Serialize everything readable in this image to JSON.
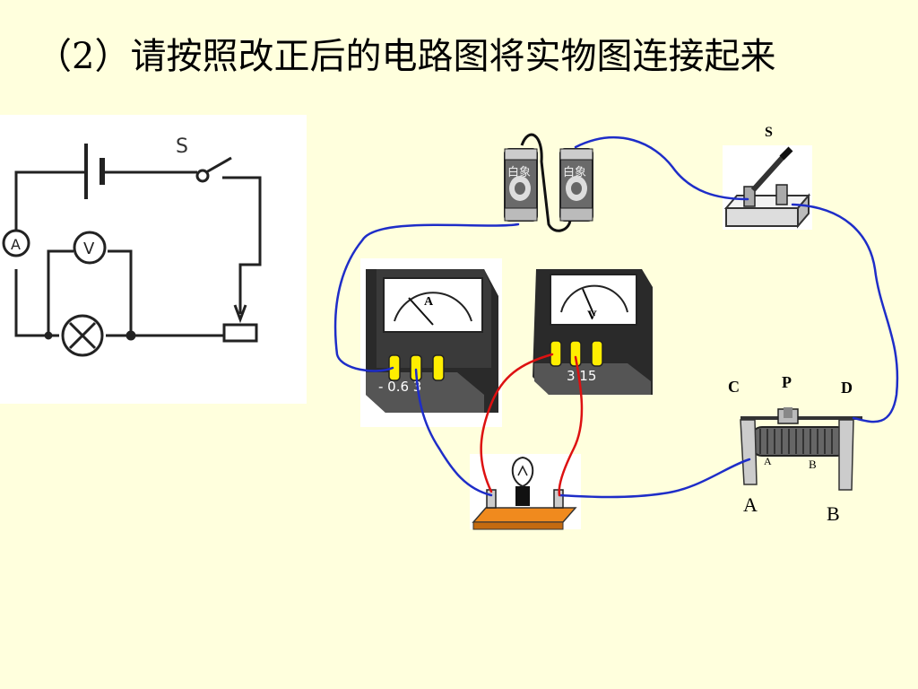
{
  "slide": {
    "title": "（2）请按照改正后的电路图将实物图连接起来"
  },
  "schematic": {
    "switch_label": "S",
    "ammeter_symbol": "A",
    "voltmeter_symbol": "V"
  },
  "ammeter": {
    "dial_letter": "A",
    "terminal_text": "- 0.6  3"
  },
  "voltmeter": {
    "dial_letter": "V",
    "terminal_text": "3  15"
  },
  "knife_switch": {
    "label": "S"
  },
  "rheostat": {
    "label_c": "C",
    "label_p": "P",
    "label_d": "D",
    "label_a": "A",
    "label_b": "B",
    "inner_a": "A",
    "inner_b": "B"
  },
  "battery": {
    "cell_text": "白象"
  },
  "colors": {
    "background": "#FFFFDD",
    "wire_blue": "#1E2DC8",
    "wire_red": "#DD1111",
    "terminal_yellow": "#FFEE00",
    "lamp_base": "#F08A1E"
  }
}
